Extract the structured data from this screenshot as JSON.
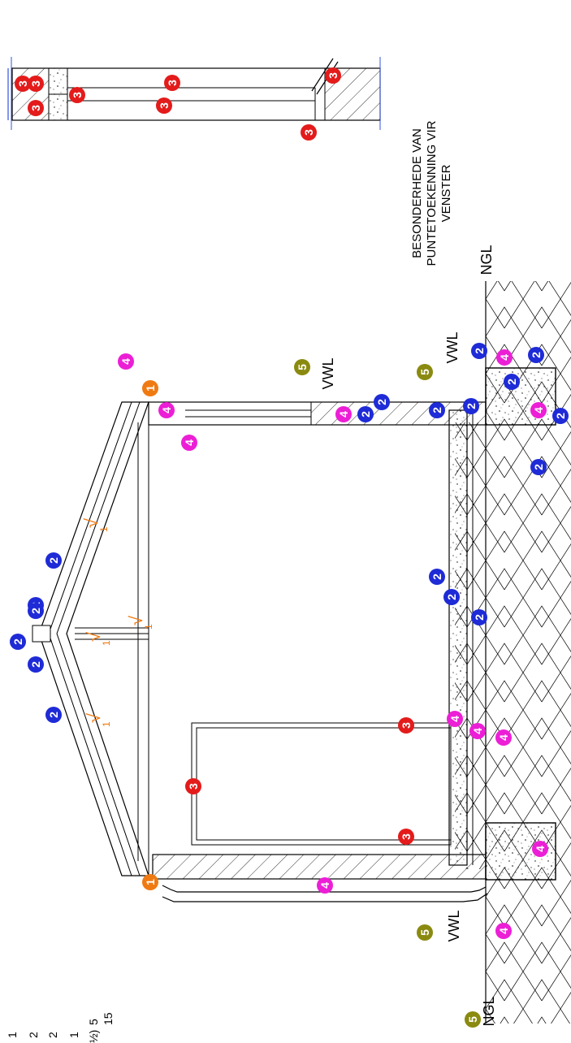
{
  "title_lines": [
    "BESONDERHEDE VAN",
    "PUNTETOEKENNING VIR",
    "VENSTER"
  ],
  "levels": {
    "ngl": "NGL",
    "vwl": "VWL"
  },
  "corner_fragments": [
    "1",
    "2",
    "2",
    "1",
    "5",
    "½)",
    "15"
  ],
  "tick_mark": "√",
  "tick_number": "1",
  "markers": [
    {
      "id": "win-3a",
      "value": "3",
      "color": "#e41b1b"
    },
    {
      "id": "win-3b",
      "value": "3",
      "color": "#e41b1b"
    },
    {
      "id": "win-3c",
      "value": "3",
      "color": "#e41b1b"
    },
    {
      "id": "win-3d",
      "value": "3",
      "color": "#e41b1b"
    },
    {
      "id": "win-3e",
      "value": "3",
      "color": "#e41b1b"
    },
    {
      "id": "win-3f",
      "value": "3",
      "color": "#e41b1b"
    },
    {
      "id": "win-3g",
      "value": "3",
      "color": "#e41b1b"
    },
    {
      "id": "win-3h",
      "value": "3",
      "color": "#e41b1b"
    },
    {
      "id": "top-4a",
      "value": "4",
      "color": "#ec1fd6"
    },
    {
      "id": "top-1",
      "value": "1",
      "color": "#f07a12"
    },
    {
      "id": "top-4b",
      "value": "4",
      "color": "#ec1fd6"
    },
    {
      "id": "top-4c",
      "value": "4",
      "color": "#ec1fd6"
    },
    {
      "id": "top-4d",
      "value": "4",
      "color": "#ec1fd6"
    },
    {
      "id": "top-vwl-5",
      "value": "5",
      "color": "#8a8a10"
    },
    {
      "id": "floor-vwl-5",
      "value": "5",
      "color": "#8a8a10"
    },
    {
      "id": "wall-2a",
      "value": "2",
      "color": "#1e2bd6"
    },
    {
      "id": "wall-2b",
      "value": "2",
      "color": "#1e2bd6"
    },
    {
      "id": "wall-2c",
      "value": "2",
      "color": "#1e2bd6"
    },
    {
      "id": "wall-2d",
      "value": "2",
      "color": "#1e2bd6"
    },
    {
      "id": "found-2a",
      "value": "2",
      "color": "#1e2bd6"
    },
    {
      "id": "found-4a",
      "value": "4",
      "color": "#ec1fd6"
    },
    {
      "id": "found-2b",
      "value": "2",
      "color": "#1e2bd6"
    },
    {
      "id": "found-2c",
      "value": "2",
      "color": "#1e2bd6"
    },
    {
      "id": "found-4b",
      "value": "4",
      "color": "#ec1fd6"
    },
    {
      "id": "found-2d",
      "value": "2",
      "color": "#1e2bd6"
    },
    {
      "id": "found-2e",
      "value": "2",
      "color": "#1e2bd6"
    },
    {
      "id": "roof-2a",
      "value": "2",
      "color": "#1e2bd6"
    },
    {
      "id": "ridge-2a",
      "value": "2",
      "color": "#1e2bd6"
    },
    {
      "id": "ridge-2b",
      "value": "2",
      "color": "#1e2bd6"
    },
    {
      "id": "ridge-2c",
      "value": "2",
      "color": "#1e2bd6"
    },
    {
      "id": "ridge-2d",
      "value": "2",
      "color": "#1e2bd6"
    },
    {
      "id": "roof-2b",
      "value": "2",
      "color": "#1e2bd6"
    },
    {
      "id": "slab-2a",
      "value": "2",
      "color": "#1e2bd6"
    },
    {
      "id": "slab-2b",
      "value": "2",
      "color": "#1e2bd6"
    },
    {
      "id": "slab-2c",
      "value": "2",
      "color": "#1e2bd6"
    },
    {
      "id": "door-3a",
      "value": "3",
      "color": "#e41b1b"
    },
    {
      "id": "door-3b",
      "value": "3",
      "color": "#e41b1b"
    },
    {
      "id": "door-3c",
      "value": "3",
      "color": "#e41b1b"
    },
    {
      "id": "slab-4a",
      "value": "4",
      "color": "#ec1fd6"
    },
    {
      "id": "slab-4b",
      "value": "4",
      "color": "#ec1fd6"
    },
    {
      "id": "slab-4c",
      "value": "4",
      "color": "#ec1fd6"
    },
    {
      "id": "bot-1",
      "value": "1",
      "color": "#f07a12"
    },
    {
      "id": "bot-wall-4",
      "value": "4",
      "color": "#ec1fd6"
    },
    {
      "id": "bot-found-4",
      "value": "4",
      "color": "#ec1fd6"
    },
    {
      "id": "bot-vwl-5",
      "value": "5",
      "color": "#8a8a10"
    },
    {
      "id": "bot-soil-4",
      "value": "4",
      "color": "#ec1fd6"
    },
    {
      "id": "bot-ngl-5",
      "value": "5",
      "color": "#8a8a10"
    }
  ]
}
